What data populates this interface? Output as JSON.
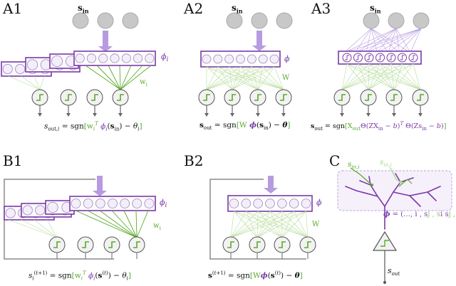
{
  "panels": {
    "A1": "A1",
    "A2": "A2",
    "A3": "A3",
    "B1": "B1",
    "B2": "B2",
    "C": "C"
  },
  "labels": {
    "s_in": "s",
    "s_in_sub": "in",
    "phi_i": "ϕ",
    "phi_i_sub": "i",
    "phi": "ϕ",
    "W": "W",
    "w_i": "w",
    "w_i_sub": "i",
    "s_in_i": "s",
    "s_in_i_sub": "in,i",
    "s_in_j": "s",
    "s_in_j_sub": "in,j",
    "s_out": "s",
    "s_out_sub": "out",
    "phi_C": "ϕ = (…, s",
    "phi_C_tail": "i , s",
    "phi_C_tail2": "j , s",
    "phi_C_tail3": "i s",
    "phi_C_tail4": "j , …)"
  },
  "equations": {
    "A1": "s_out,i = sgn[w_i^T ϕ_i(s_in) − θ_i]",
    "A2": "s_out = sgn[W ϕ(s_in) − θ]",
    "A3": "s_out = sgn[X_out Θ(ZX_in − b)^T Θ(Zs_in − b)]",
    "B1": "s_i^(t+1) = sgn[w_i^T ϕ_i(s^(t)) − θ_i]",
    "B2": "s^(t+1) = sgn[W ϕ(s^(t)) − θ]"
  },
  "colors": {
    "purple": "#7a3aa8",
    "purple_light": "#b79be0",
    "green": "#5aaa2a",
    "green_light": "#b8dc9c",
    "node_gray": "#c8c8c8",
    "gray_line": "#8a8a8a"
  }
}
